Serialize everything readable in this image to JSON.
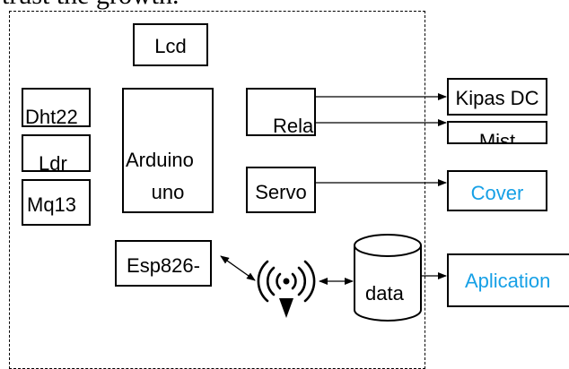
{
  "heading_fragment": "trust the growth.",
  "blocks": {
    "lcd": "Lcd",
    "dht22": "Dht22",
    "ldr": "Ldr",
    "mq13": "Mq13",
    "arduino_line1": "Arduino",
    "arduino_line2": "uno",
    "relay": "Rela",
    "servo": "Servo",
    "esp": "Esp826-",
    "fan": "Kipas DC",
    "mist": "Mist",
    "cover": "Cover",
    "database": "data",
    "app": "Aplication"
  },
  "colors": {
    "output_text_accent": "#16a0e6",
    "line": "#000000"
  },
  "icons": {
    "wireless": "wireless-tower-icon",
    "database": "database-cylinder-icon"
  }
}
